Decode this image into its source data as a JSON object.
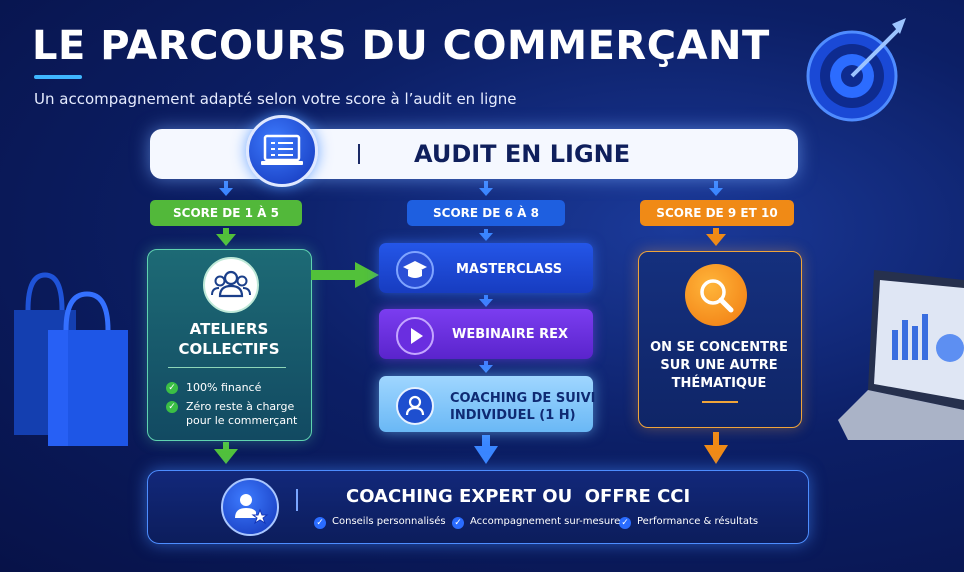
{
  "header": {
    "title": "LE PARCOURS DU COMMERÇANT",
    "subtitle": "Un accompagnement adapté selon votre score à l’audit en ligne"
  },
  "audit": {
    "label": "AUDIT EN LIGNE"
  },
  "scores": [
    {
      "label": "SCORE DE 1 À 5",
      "color": "#52b83a"
    },
    {
      "label": "SCORE DE 6 À 8",
      "color": "#1e5fe0"
    },
    {
      "label": "SCORE DE 9 ET 10",
      "color": "#f08a16"
    }
  ],
  "left_panel": {
    "title_line1": "ATELIERS",
    "title_line2": "COLLECTIFS",
    "features": [
      "100% financé",
      "Zéro reste à charge",
      "pour le commerçant"
    ]
  },
  "middle": {
    "masterclass": "MASTERCLASS",
    "webinaire": "WEBINAIRE REX",
    "coaching_line1": "COACHING DE SUIVI",
    "coaching_line2": "INDIVIDUEL (1 H)"
  },
  "right_panel": {
    "line1": "ON SE CONCENTRE",
    "line2": "SUR UNE AUTRE",
    "line3": "THÉMATIQUE"
  },
  "bottom": {
    "title": "COACHING EXPERT OU  OFFRE CCI",
    "features": [
      "Conseils personnalisés",
      "Accompagnement sur-mesure",
      "Performance & résultats"
    ]
  },
  "icons": {
    "target": "target-icon",
    "audit": "checklist-laptop-icon",
    "people": "people-group-icon",
    "masterclass": "graduation-cap-icon",
    "webinaire": "play-icon",
    "coaching": "person-icon",
    "magnify": "magnifier-icon",
    "expert": "user-star-icon"
  },
  "colors": {
    "accent_blue": "#3fb6ff",
    "green": "#52b83a",
    "orange": "#f08a16",
    "purple": "#7b3df0"
  }
}
